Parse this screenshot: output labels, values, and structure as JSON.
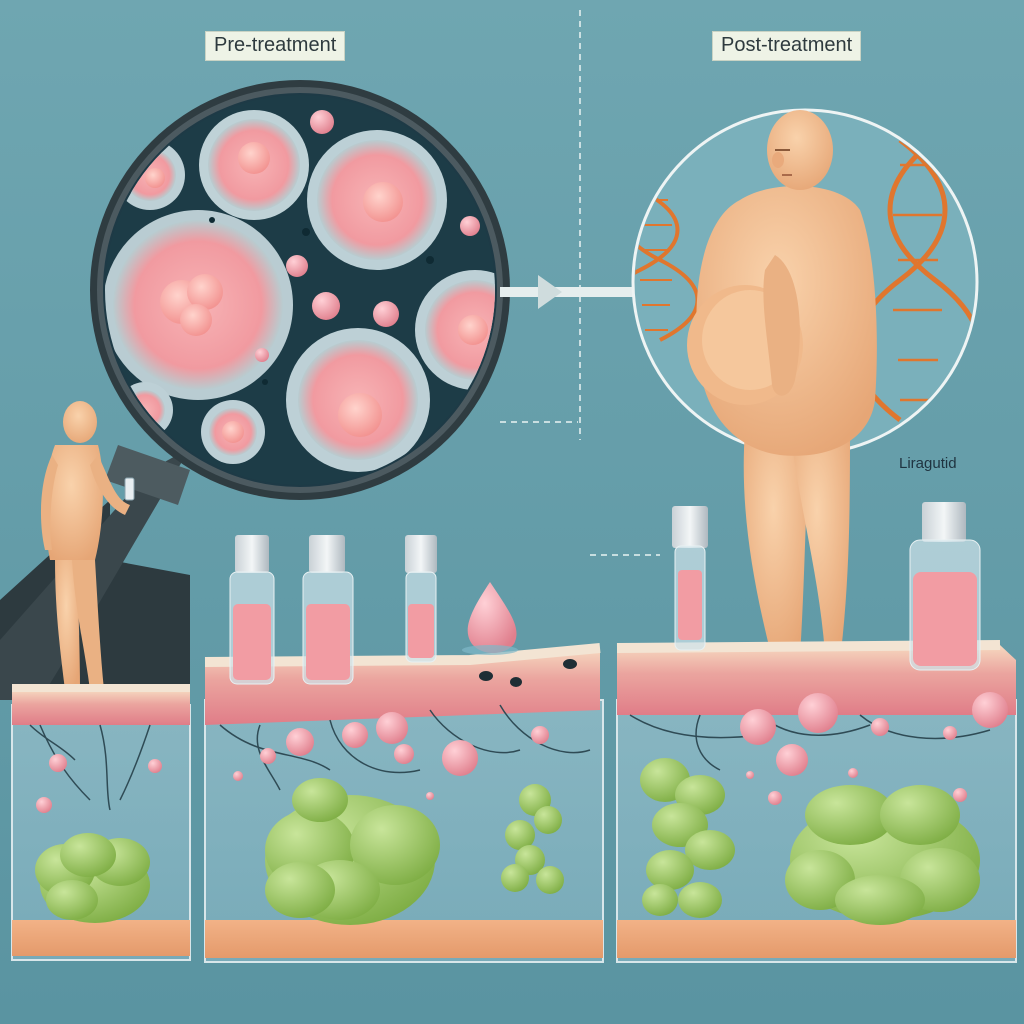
{
  "labels": {
    "pre": "Pre-treatment",
    "post": "Post-treatment",
    "drug": "Liragutid"
  },
  "palette": {
    "background_top": "#6fa6b1",
    "background_bottom": "#5b96a3",
    "skin": "#f2c195",
    "tissue_pink": "#e9888f",
    "fat_green": "#a9d06a",
    "dna_orange": "#e0762e",
    "liquid_pink": "#f4a0a6",
    "cell_pink": "#f3a9b0"
  },
  "scene": {
    "magnifier_view": "adipose cells",
    "panels": [
      "left tissue block",
      "middle tissue block",
      "right tissue block"
    ],
    "icons": [
      "magnifying-glass",
      "dna-helix",
      "vial",
      "droplet",
      "arrow-right",
      "person"
    ]
  }
}
